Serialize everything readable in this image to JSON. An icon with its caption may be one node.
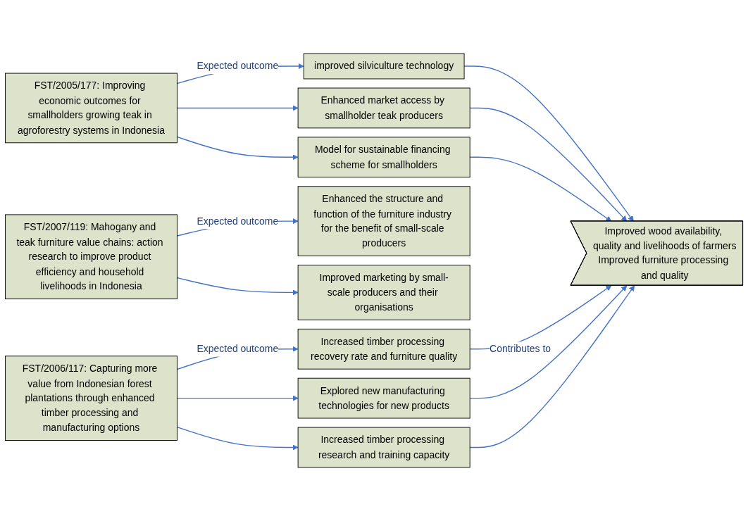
{
  "diagram": {
    "nodes": [
      {
        "text": [
          "FST/2005/177: Improving economic outcomes for smallholders growing teak in agroforestry systems in Indonesia"
        ]
      },
      {
        "text": [
          "improved silviculture technology"
        ]
      },
      {
        "text": [
          "Enhanced market access by smallholder teak producers"
        ]
      },
      {
        "text": [
          "Model for sustainable financing scheme for smallholders"
        ]
      },
      {
        "text": [
          "Improved wood availability, quality and livelihoods of farmers",
          "Improved furniture processing and quality"
        ]
      },
      {
        "text": [
          "Enhanced the structure and function of the furniture industry for the benefit of small-scale producers"
        ]
      },
      {
        "text": [
          "Improved marketing by small-scale producers and their organisations"
        ]
      },
      {
        "text": [
          "FST/2007/119: Mahogany and teak furniture value chains: action research to improve product efficiency and household livelihoods in Indonesia"
        ]
      },
      {
        "text": [
          "Increased timber processing recovery rate and furniture quality"
        ]
      },
      {
        "text": [
          "Explored new manufacturing technologies for new products"
        ]
      },
      {
        "text": [
          "Increased timber processing research and training capacity"
        ]
      },
      {
        "text": [
          "FST/2006/117: Capturing more value from Indonesian forest plantations through enhanced timber processing and manufacturing options"
        ]
      }
    ],
    "edges": [
      {
        "from": 0,
        "to": 1,
        "arrow": "to",
        "label": "Expected outcome"
      },
      {
        "from": 0,
        "to": 2,
        "arrow": "to"
      },
      {
        "from": 0,
        "to": 3,
        "arrow": "to"
      },
      {
        "from": 1,
        "to": 4,
        "arrow": "to"
      },
      {
        "from": 2,
        "to": 4,
        "arrow": "to"
      },
      {
        "from": 3,
        "to": 4,
        "arrow": "to"
      },
      {
        "from": 8,
        "to": 4,
        "arrow": "to",
        "label": "Contributes to"
      },
      {
        "from": 9,
        "to": 4,
        "arrow": "to"
      },
      {
        "from": 10,
        "to": 4,
        "arrow": "to"
      },
      {
        "from": 7,
        "to": 5,
        "arrow": "to",
        "label": "Expected outcome"
      },
      {
        "from": 7,
        "to": 6,
        "arrow": "to"
      },
      {
        "from": 11,
        "to": 8,
        "arrow": "to",
        "label": "Expected outcome"
      },
      {
        "from": 11,
        "to": 9,
        "arrow": "to"
      },
      {
        "from": 11,
        "to": 10,
        "arrow": "to"
      }
    ]
  }
}
